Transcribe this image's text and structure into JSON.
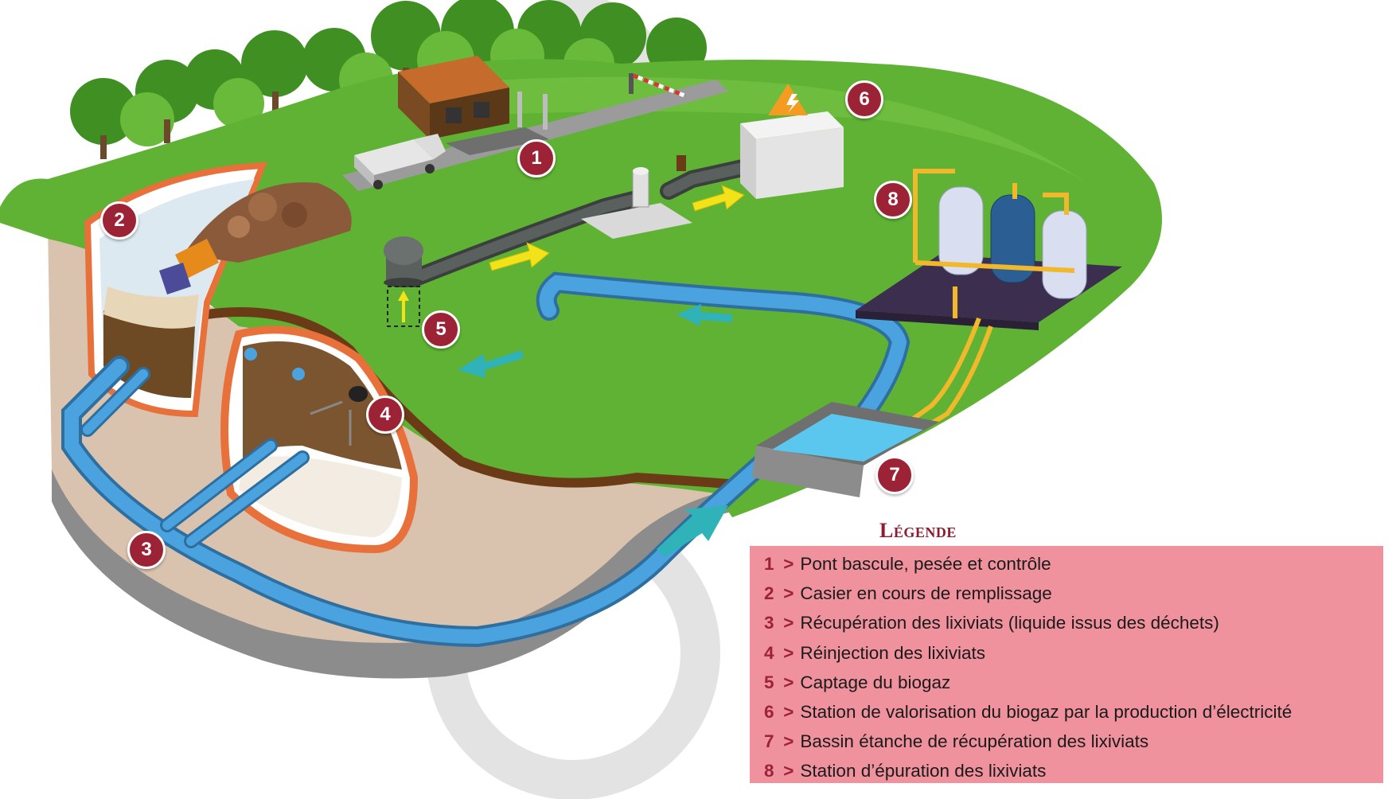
{
  "markers": [
    {
      "id": "1",
      "label": "1"
    },
    {
      "id": "2",
      "label": "2"
    },
    {
      "id": "3",
      "label": "3"
    },
    {
      "id": "4",
      "label": "4"
    },
    {
      "id": "5",
      "label": "5"
    },
    {
      "id": "6",
      "label": "6"
    },
    {
      "id": "7",
      "label": "7"
    },
    {
      "id": "8",
      "label": "8"
    }
  ],
  "legend": {
    "title": "Légende",
    "separator": ">",
    "items": [
      {
        "num": "1",
        "text": "Pont bascule, pesée et contrôle"
      },
      {
        "num": "2",
        "text": "Casier en cours de remplissage"
      },
      {
        "num": "3",
        "text": "Récupération des lixiviats (liquide issus des déchets)"
      },
      {
        "num": "4",
        "text": "Réinjection des lixiviats"
      },
      {
        "num": "5",
        "text": "Captage du biogaz"
      },
      {
        "num": "6",
        "text": "Station de valorisation du biogaz par la production d’électricité"
      },
      {
        "num": "7",
        "text": "Bassin étanche de récupération des lixiviats"
      },
      {
        "num": "8",
        "text": "Station d’épuration des lixiviats"
      }
    ]
  },
  "colors": {
    "grass": "#5fb233",
    "grass_dark": "#3f8f22",
    "soil": "#d8c1ad",
    "bedrock": "#8a8a8a",
    "pipe_water": "#4aa3df",
    "pipe_gas": "#4f5452",
    "flow_yellow": "#f2e21a",
    "flow_teal": "#2fb3b8",
    "cell_border": "#e8703a",
    "marker": "#9b2335",
    "legend_bg": "#f0929e",
    "legend_title": "#8e1b2f"
  }
}
